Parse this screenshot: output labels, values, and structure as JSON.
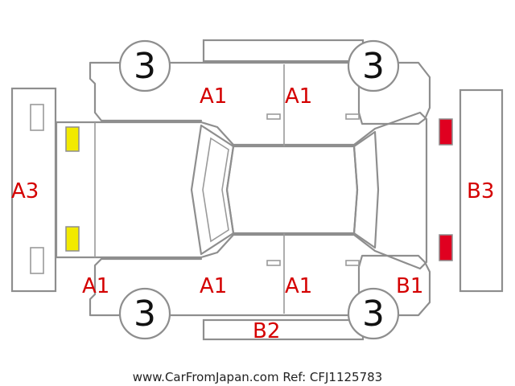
{
  "diagram": {
    "wheels": {
      "front_left": "3",
      "front_right": "3",
      "rear_left": "3",
      "rear_right": "3"
    },
    "damage_codes": {
      "roof_left": "A1",
      "roof_right": "A1",
      "front_left": "A1",
      "door_left": "A1",
      "door_right": "A1",
      "front_bumper": "A3",
      "rear_bumper": "B3",
      "rear_corner": "B1",
      "side_panel": "B2"
    },
    "colors": {
      "outline": "#8e8e8e",
      "code_text": "#d40000",
      "headlight_marker": "#f2ea00",
      "taillight_marker": "#e00020"
    }
  },
  "footer": {
    "text": "www.CarFromJapan.com Ref: CFJ1125783"
  }
}
